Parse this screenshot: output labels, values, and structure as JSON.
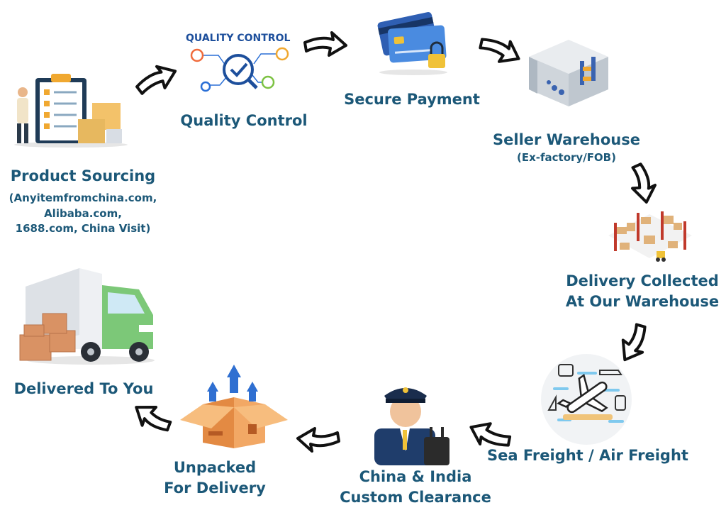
{
  "steps": {
    "sourcing": {
      "title": "Product Sourcing",
      "sub1": "(Anyitemfromchina.com,",
      "sub2": "Alibaba.com,",
      "sub3": "1688.com, China Visit)"
    },
    "quality": {
      "title": "Quality Control",
      "badge": "QUALITY CONTROL"
    },
    "payment": {
      "title": "Secure Payment"
    },
    "seller": {
      "title": "Seller Warehouse",
      "sub": "(Ex-factory/FOB)"
    },
    "collected": {
      "line1": "Delivery Collected",
      "line2": "At Our Warehouse"
    },
    "freight": {
      "title": "Sea Freight / Air Freight"
    },
    "customs": {
      "line1": "China & India",
      "line2": "Custom Clearance"
    },
    "unpacked": {
      "line1": "Unpacked",
      "line2": "For Delivery"
    },
    "delivered": {
      "title": "Delivered To You"
    }
  },
  "colors": {
    "label": "#1c5878",
    "accent": "#2a6fd6",
    "arrow": "#111111"
  }
}
